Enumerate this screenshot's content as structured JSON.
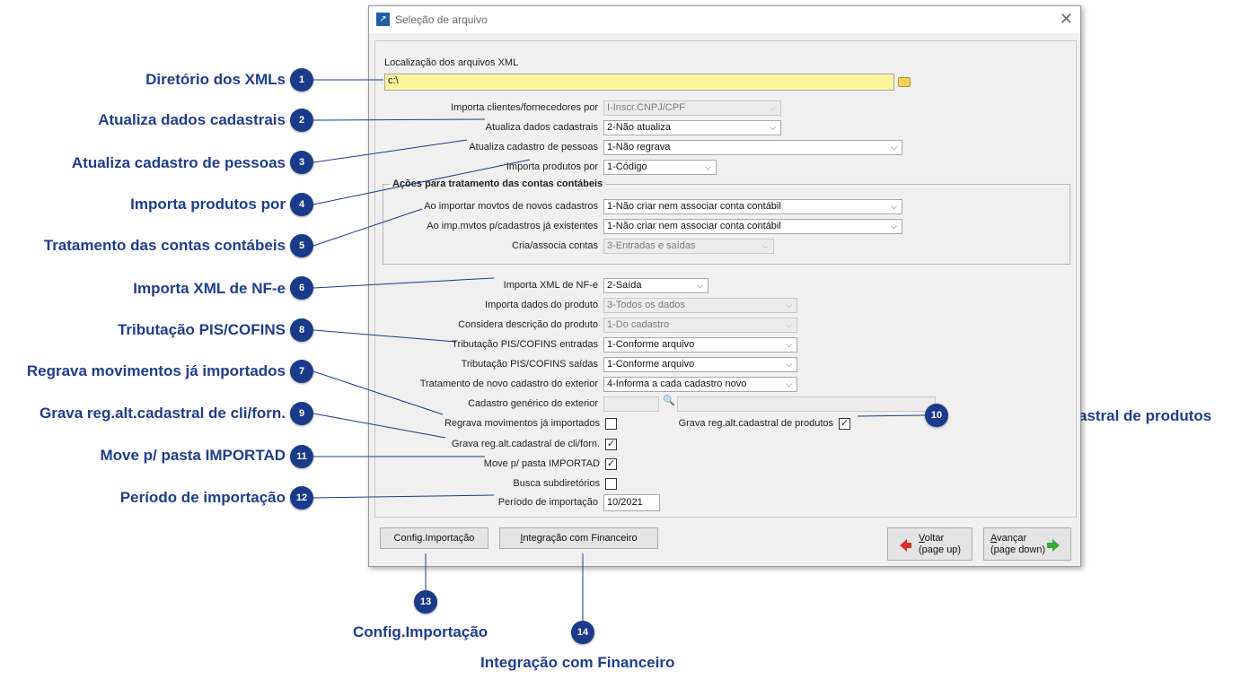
{
  "window": {
    "title": "Seleção de arquivo",
    "close_glyph": "✕"
  },
  "form": {
    "xml_location_label": "Localização dos arquivos XML",
    "xml_location_value": "c:\\",
    "import_clients_label": "Importa clientes/fornecedores por",
    "import_clients_value": "I-Inscr.CNPJ/CPF",
    "update_registry_label": "Atualiza dados cadastrais",
    "update_registry_value": "2-Não atualiza",
    "update_persons_label": "Atualiza cadastro de pessoas",
    "update_persons_value": "1-Não regrava",
    "import_products_label": "Importa produtos por",
    "import_products_value": "1-Código",
    "group_title": "Ações para tratamento das contas contábeis",
    "new_registry_label": "Ao importar movtos de novos cadastros",
    "new_registry_value": "1-Não criar nem associar conta contábil",
    "existing_registry_label": "Ao imp.mvtos p/cadastros já existentes",
    "existing_registry_value": "1-Não criar nem associar conta contábil",
    "create_accounts_label": "Cria/associa contas",
    "create_accounts_value": "3-Entradas e saídas",
    "import_nfe_label": "Importa XML de NF-e",
    "import_nfe_value": "2-Saída",
    "import_product_data_label": "Importa dados do produto",
    "import_product_data_value": "3-Todos os dados",
    "product_description_label": "Considera descrição do produto",
    "product_description_value": "1-Do cadastro",
    "pis_in_label": "Tributação PIS/COFINS entradas",
    "pis_in_value": "1-Conforme arquivo",
    "pis_out_label": "Tributação PIS/COFINS saídas",
    "pis_out_value": "1-Conforme arquivo",
    "foreign_label": "Tratamento de novo cadastro do exterior",
    "foreign_value": "4-Informa a cada cadastro novo",
    "generic_foreign_label": "Cadastro genérico do exterior",
    "rewrite_movements_label": "Regrava movimentos já importados",
    "rewrite_movements_checked": false,
    "rewrite_products_label": "Grava reg.alt.cadastral de produtos",
    "rewrite_products_checked": true,
    "rewrite_clients_label": "Grava reg.alt.cadastral de cli/forn.",
    "rewrite_clients_checked": true,
    "move_folder_label": "Move p/ pasta IMPORTAD",
    "move_folder_checked": true,
    "search_subdirs_label": "Busca subdiretórios",
    "search_subdirs_checked": false,
    "period_label": "Período de importação",
    "period_value": "10/2021"
  },
  "buttons": {
    "config_import": "Config.Importação",
    "integration_prefix": "I",
    "integration_rest": "ntegração com Financeiro",
    "back_line1_prefix": "V",
    "back_line1_rest": "oltar",
    "back_line2": "(page up)",
    "next_line1_prefix": "A",
    "next_line1_rest": "vançar",
    "next_line2": "(page down)"
  },
  "annotations": [
    {
      "num": "1",
      "text": "Diretório dos XMLs"
    },
    {
      "num": "2",
      "text": "Atualiza dados cadastrais"
    },
    {
      "num": "3",
      "text": "Atualiza cadastro de pessoas"
    },
    {
      "num": "4",
      "text": "Importa produtos por"
    },
    {
      "num": "5",
      "text": "Tratamento das contas contábeis"
    },
    {
      "num": "6",
      "text": "Importa XML de NF-e"
    },
    {
      "num": "8",
      "text": "Tributação PIS/COFINS"
    },
    {
      "num": "7",
      "text": "Regrava movimentos já importados"
    },
    {
      "num": "9",
      "text": "Grava reg.alt.cadastral de cli/forn."
    },
    {
      "num": "11",
      "text": "Move p/ pasta IMPORTAD"
    },
    {
      "num": "12",
      "text": "Período de importação"
    },
    {
      "num": "10",
      "text": "Grava reg.alt.cadastral de produtos"
    },
    {
      "num": "13",
      "text": "Config.Importação"
    },
    {
      "num": "14",
      "text": "Integração com Financeiro"
    }
  ],
  "colors": {
    "annotation_text": "#1f3d8c",
    "badge_bg": "#1a3a8a",
    "path_field_bg": "#fdf79c"
  },
  "icons": [
    "app-icon",
    "close-icon",
    "folder-icon",
    "chevron-down-icon",
    "lookup-icon",
    "checkmark-icon",
    "arrow-left-icon",
    "arrow-right-icon"
  ]
}
